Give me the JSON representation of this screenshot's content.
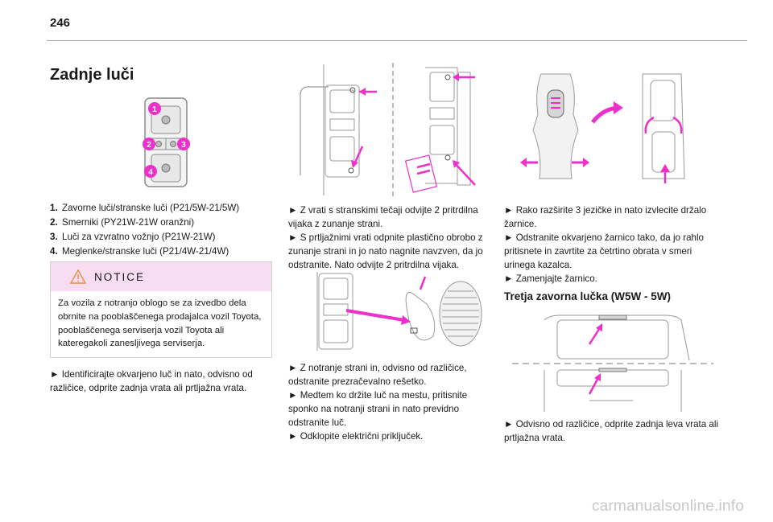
{
  "page": {
    "number": "246",
    "title": "Zadnje luči"
  },
  "bulbs": [
    {
      "num": "1.",
      "text": "Zavorne luči/stranske luči (P21/5W-21/5W)"
    },
    {
      "num": "2.",
      "text": "Smerniki (PY21W-21W oranžni)"
    },
    {
      "num": "3.",
      "text": "Luči za vzvratno vožnjo (P21W-21W)"
    },
    {
      "num": "4.",
      "text": "Meglenke/stranske luči (P21/4W-21/4W)"
    }
  ],
  "callouts": [
    "1",
    "2",
    "3",
    "4"
  ],
  "notice": {
    "label": "NOTICE",
    "icon": "warning-triangle-icon",
    "text": "Za vozila z notranjo oblogo se za izvedbo dela obrnite na pooblaščenega prodajalca vozil Toyota, pooblaščenega serviserja vozil Toyota ali kateregakoli zanesljivega serviserja."
  },
  "col1_step": "► Identificirajte okvarjeno luč in nato, odvisno od različice, odprite zadnja vrata ali prtljažna vrata.",
  "col2_steps_a": [
    "► Z vrati s stranskimi tečaji odvijte 2 pritrdilna vijaka z zunanje strani.",
    "► S prtljažnimi vrati odpnite plastično obrobo z zunanje strani in jo nato nagnite navzven, da jo odstranite. Nato odvijte 2 pritrdilna vijaka."
  ],
  "col2_steps_b": [
    "► Z notranje strani in, odvisno od različice, odstranite prezračevalno rešetko.",
    "► Medtem ko držite luč na mestu, pritisnite sponko na notranji strani in nato previdno odstranite luč.",
    "► Odklopite električni priključek."
  ],
  "col3_steps_a": [
    "► Rako razširite 3 jezičke in nato izvlecite držalo žarnice.",
    "► Odstranite okvarjeno žarnico tako, da jo rahlo pritisnete in zavrtite za četrtino obrata v smeri urinega kazalca.",
    "► Zamenjajte žarnico."
  ],
  "col3_heading": "Tretja zavorna lučka (W5W - 5W)",
  "col3_steps_b": [
    "► Odvisno od različice, odprite zadnja leva vrata ali prtljažna vrata."
  ],
  "watermark": "carmanualsonline.info",
  "colors": {
    "accent": "#ee2fcb",
    "notice_bg": "#f7dcf2",
    "line": "#9a9a9a"
  }
}
